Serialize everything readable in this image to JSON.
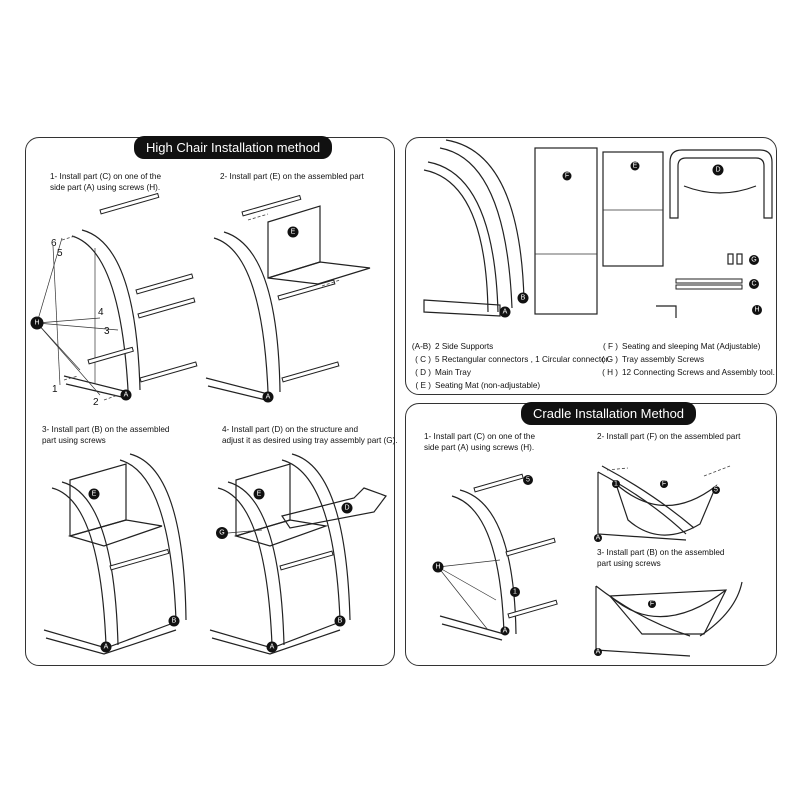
{
  "high_chair": {
    "title": "High Chair Installation method",
    "steps": [
      "1- Install part (C) on one of the\nside part (A) using screws (H).",
      "2- Install part (E) on the assembled part",
      "3- Install part (B) on the assembled\npart using screws",
      "4- Install part (D) on the structure and\nadjust it as desired using tray assembly part (G)."
    ],
    "callout_numbers": [
      "6",
      "5",
      "4",
      "3",
      "1",
      "2"
    ],
    "letters": {
      "a": "A",
      "b": "B",
      "d": "D",
      "e": "E",
      "g": "G",
      "h": "H"
    }
  },
  "parts": {
    "letters": {
      "a": "A",
      "b": "B",
      "c": "C",
      "d": "D",
      "e": "E",
      "f": "F",
      "g": "G",
      "h": "H"
    },
    "legend_left": [
      {
        "key": "(A-B)",
        "text": "2 Side Supports"
      },
      {
        "key": "( C )",
        "text": "5 Rectangular connectors , 1 Circular connector."
      },
      {
        "key": "( D )",
        "text": "Main Tray"
      },
      {
        "key": "( E )",
        "text": "Seating Mat (non-adjustable)"
      }
    ],
    "legend_right": [
      {
        "key": "( F )",
        "text": "Seating and sleeping Mat (Adjustable)"
      },
      {
        "key": "( G )",
        "text": "Tray assembly Screws"
      },
      {
        "key": "( H )",
        "text": "12 Connecting Screws and Assembly tool."
      }
    ]
  },
  "cradle": {
    "title": "Cradle Installation Method",
    "steps": [
      "1- Install part (C) on one of the\nside part (A) using screws (H).",
      "2- Install part (F) on the assembled part",
      "3- Install part (B) on the assembled\npart using screws"
    ],
    "callout_numbers": [
      "5",
      "1",
      "1",
      "5"
    ],
    "letters": {
      "a": "A",
      "h": "H",
      "f": "F"
    }
  }
}
